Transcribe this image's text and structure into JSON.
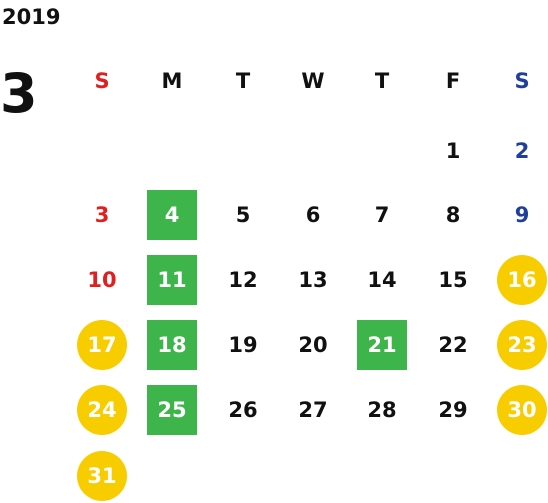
{
  "calendar": {
    "year": "2019",
    "month": "3",
    "weekdays": [
      "S",
      "M",
      "T",
      "W",
      "T",
      "F",
      "S"
    ],
    "colors": {
      "sunday": "#e02020",
      "saturday": "#1f3f9c",
      "default": "#111111",
      "highlight_green": "#3db54a",
      "highlight_yellow": "#f7cd00"
    },
    "days": [
      {
        "day": "1"
      },
      {
        "day": "2"
      },
      {
        "day": "3"
      },
      {
        "day": "4"
      },
      {
        "day": "5"
      },
      {
        "day": "6"
      },
      {
        "day": "7"
      },
      {
        "day": "8"
      },
      {
        "day": "9"
      },
      {
        "day": "10"
      },
      {
        "day": "11"
      },
      {
        "day": "12"
      },
      {
        "day": "13"
      },
      {
        "day": "14"
      },
      {
        "day": "15"
      },
      {
        "day": "16"
      },
      {
        "day": "17"
      },
      {
        "day": "18"
      },
      {
        "day": "19"
      },
      {
        "day": "20"
      },
      {
        "day": "21"
      },
      {
        "day": "22"
      },
      {
        "day": "23"
      },
      {
        "day": "24"
      },
      {
        "day": "25"
      },
      {
        "day": "26"
      },
      {
        "day": "27"
      },
      {
        "day": "28"
      },
      {
        "day": "29"
      },
      {
        "day": "30"
      },
      {
        "day": "31"
      }
    ]
  }
}
